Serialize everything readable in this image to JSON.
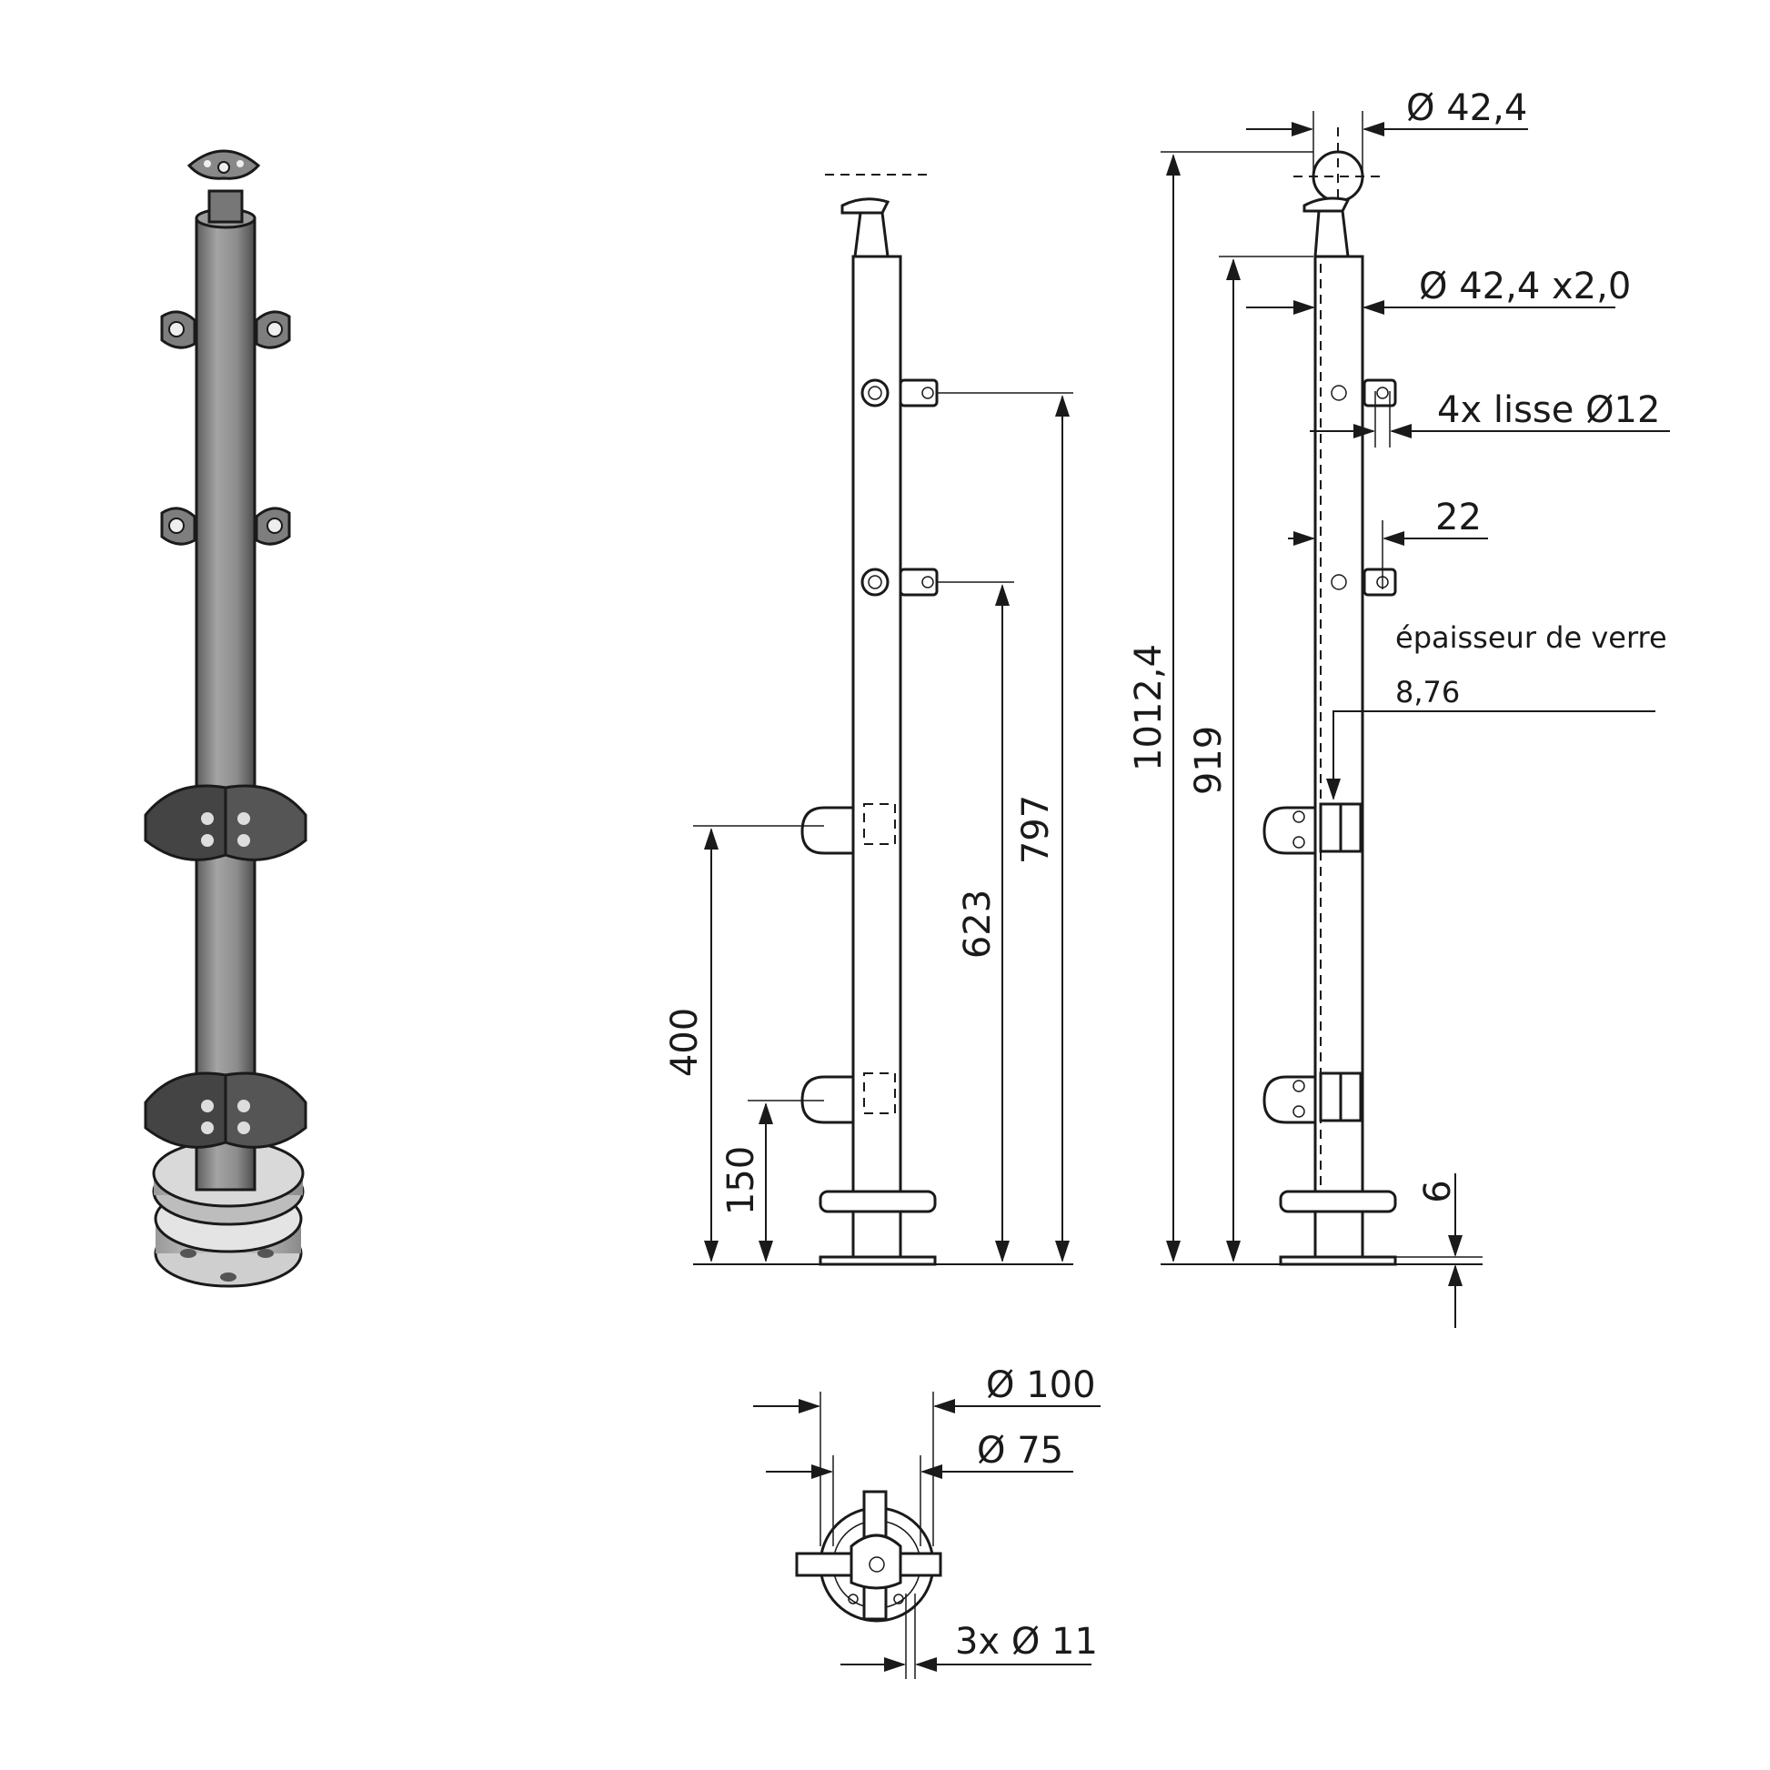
{
  "drawing": {
    "front_view": {
      "dim_797": "797",
      "dim_623": "623",
      "dim_400": "400",
      "dim_150": "150"
    },
    "side_view": {
      "dim_tube_head": "Ø 42,4",
      "dim_total": "1012,4",
      "dim_tube": "Ø 42,4 x2,0",
      "dim_919": "919",
      "rail_note": "4x lisse  Ø12",
      "dim_22": "22",
      "glass_label": "épaisseur de verre",
      "glass_value": "8,76",
      "dim_plate": "6"
    },
    "top_view": {
      "dim_base_outer": "Ø 100",
      "dim_base_inner": "Ø 75",
      "dim_holes": "3x  Ø 11"
    }
  },
  "colors": {
    "line": "#1a1a1a",
    "tube_metal": "#8a8a8a",
    "bracket_dark": "#4a4a4a",
    "background": "#ffffff"
  }
}
